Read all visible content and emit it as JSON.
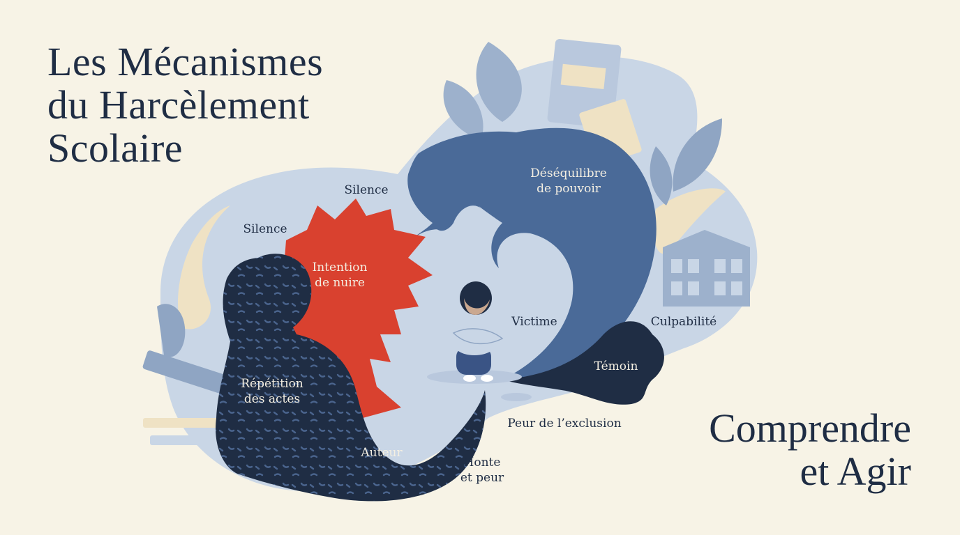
{
  "title": {
    "line1": "Les Mécanismes",
    "line2": "du Harcèlement",
    "line3": "Scolaire"
  },
  "subtitle": {
    "line1": "Comprendre",
    "line2": "et Agir"
  },
  "labels": {
    "silence_top": "Silence",
    "silence_left": "Silence",
    "intention": {
      "line1": "Intention",
      "line2": "de nuire"
    },
    "desequilibre": {
      "line1": "Déséquilibre",
      "line2": "de pouvoir"
    },
    "victime": "Victime",
    "culpabilite": "Culpabilité",
    "temoin": "Témoin",
    "repetition": {
      "line1": "Répétition",
      "line2": "des actes"
    },
    "auteur": "Auteur",
    "peur_exclusion": "Peur de l’exclusion",
    "honte": {
      "line1": "Honte",
      "line2": "et peur"
    }
  },
  "colors": {
    "background": "#f7f3e6",
    "navy": "#1f2d44",
    "steel_blue": "#4a6a98",
    "red": "#d9412f",
    "pale_blue": "#c9d6e6",
    "cream": "#efe2c4"
  }
}
